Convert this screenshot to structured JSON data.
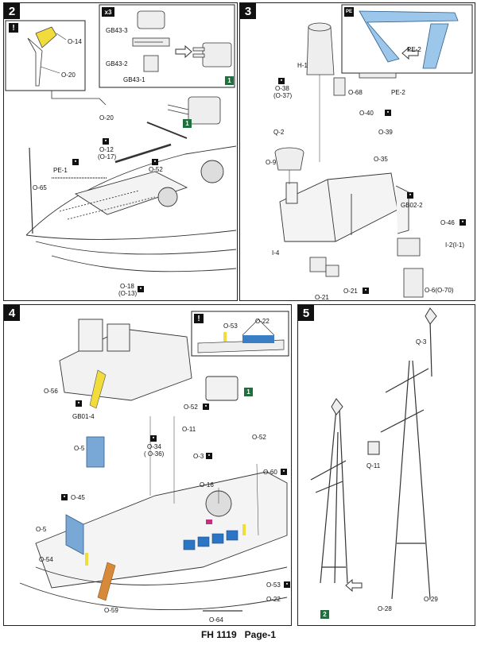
{
  "footer": {
    "code": "FH 1119",
    "page": "Page-1"
  },
  "step2": {
    "number": "2",
    "caution": "!",
    "multiplier": "x3",
    "parts": {
      "o14": "O-14",
      "o20a": "O-20",
      "gb43_3": "GB43-3",
      "gb43_2": "GB43-2",
      "gb43_1": "GB43-1",
      "o20b": "O-20",
      "o12": "O-12",
      "o17": "(O-17)",
      "pe1": "PE-1",
      "o52": "O-52",
      "o65": "O-65",
      "o18": "O-18",
      "o13": "(O-13)"
    },
    "ref_a": "1",
    "ref_b": "1"
  },
  "step3": {
    "number": "3",
    "pe_icon": "PE",
    "parts": {
      "pe2a": "PE-2",
      "pe2b": "PE-2",
      "h1": "H-1",
      "o38": "O-38",
      "o37": "(O-37)",
      "o68": "O-68",
      "o40": "O-40",
      "q2": "Q-2",
      "o39": "O-39",
      "o9": "O-9",
      "o35": "O-35",
      "gb02_2": "GB02-2",
      "o46": "O-46",
      "i2": "I-2(I-1)",
      "i4": "I-4",
      "o21a": "O-21",
      "o21b": "O-21",
      "o6": "O-6(O-70)"
    }
  },
  "step4": {
    "number": "4",
    "caution": "!",
    "parts": {
      "o53a": "O-53",
      "o22a": "O-22",
      "o56": "O-56",
      "gb01_4": "GB01-4",
      "o52a": "O-52",
      "o11": "O-11",
      "o52b": "O-52",
      "o5a": "O-5",
      "o34": "O-34",
      "o36": "( O-36)",
      "o3": "O-3",
      "o45": "O-45",
      "o60": "O-60",
      "o16": "O-16",
      "o5b": "O-5",
      "o54": "O-54",
      "o53b": "O-53",
      "o22b": "O-22",
      "o59": "O-59",
      "o64": "O-64"
    },
    "ref": "1"
  },
  "step5": {
    "number": "5",
    "parts": {
      "q3": "Q-3",
      "q11": "Q-11",
      "o28": "O-28",
      "o29": "O-29"
    },
    "ref": "2"
  }
}
